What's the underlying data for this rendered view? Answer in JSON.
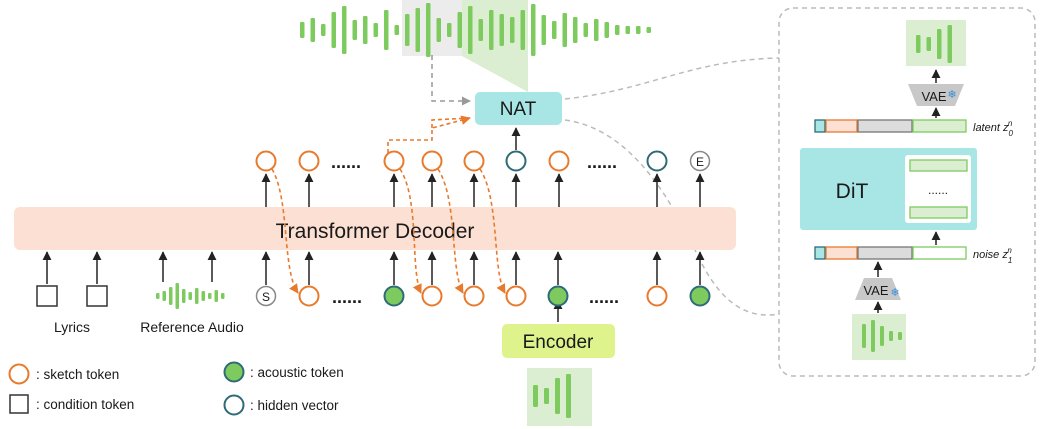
{
  "labels": {
    "nat": "NAT",
    "transformer": "Transformer Decoder",
    "encoder": "Encoder",
    "dit": "DiT",
    "dit_dots": "......",
    "vae": "VAE",
    "snowflake": "❄",
    "latent": "latent z",
    "latent_sup": "n",
    "latent_sub": "0",
    "noise": "noise z",
    "noise_sup": "n",
    "noise_sub": "1",
    "lyrics": "Lyrics",
    "reference_audio": "Reference Audio",
    "start_token": "S",
    "end_token": "E",
    "ellipsis": "......"
  },
  "legend": {
    "sketch": ": sketch token",
    "condition": ": condition token",
    "acoustic": ": acoustic token",
    "hidden": ": hidden vector"
  },
  "colors": {
    "sketch": "#e87a2e",
    "acoustic_fill": "#7dcb5e",
    "acoustic_stroke": "#2e6b78",
    "hidden": "#2e6b78",
    "transformer_bg": "#fbe0d3",
    "nat_bg": "#a8e6e6",
    "encoder_bg": "#def38c",
    "dit_bg": "#a8e6e6",
    "wave": "#7dcb5e",
    "dashed": "#b0b0b0"
  }
}
